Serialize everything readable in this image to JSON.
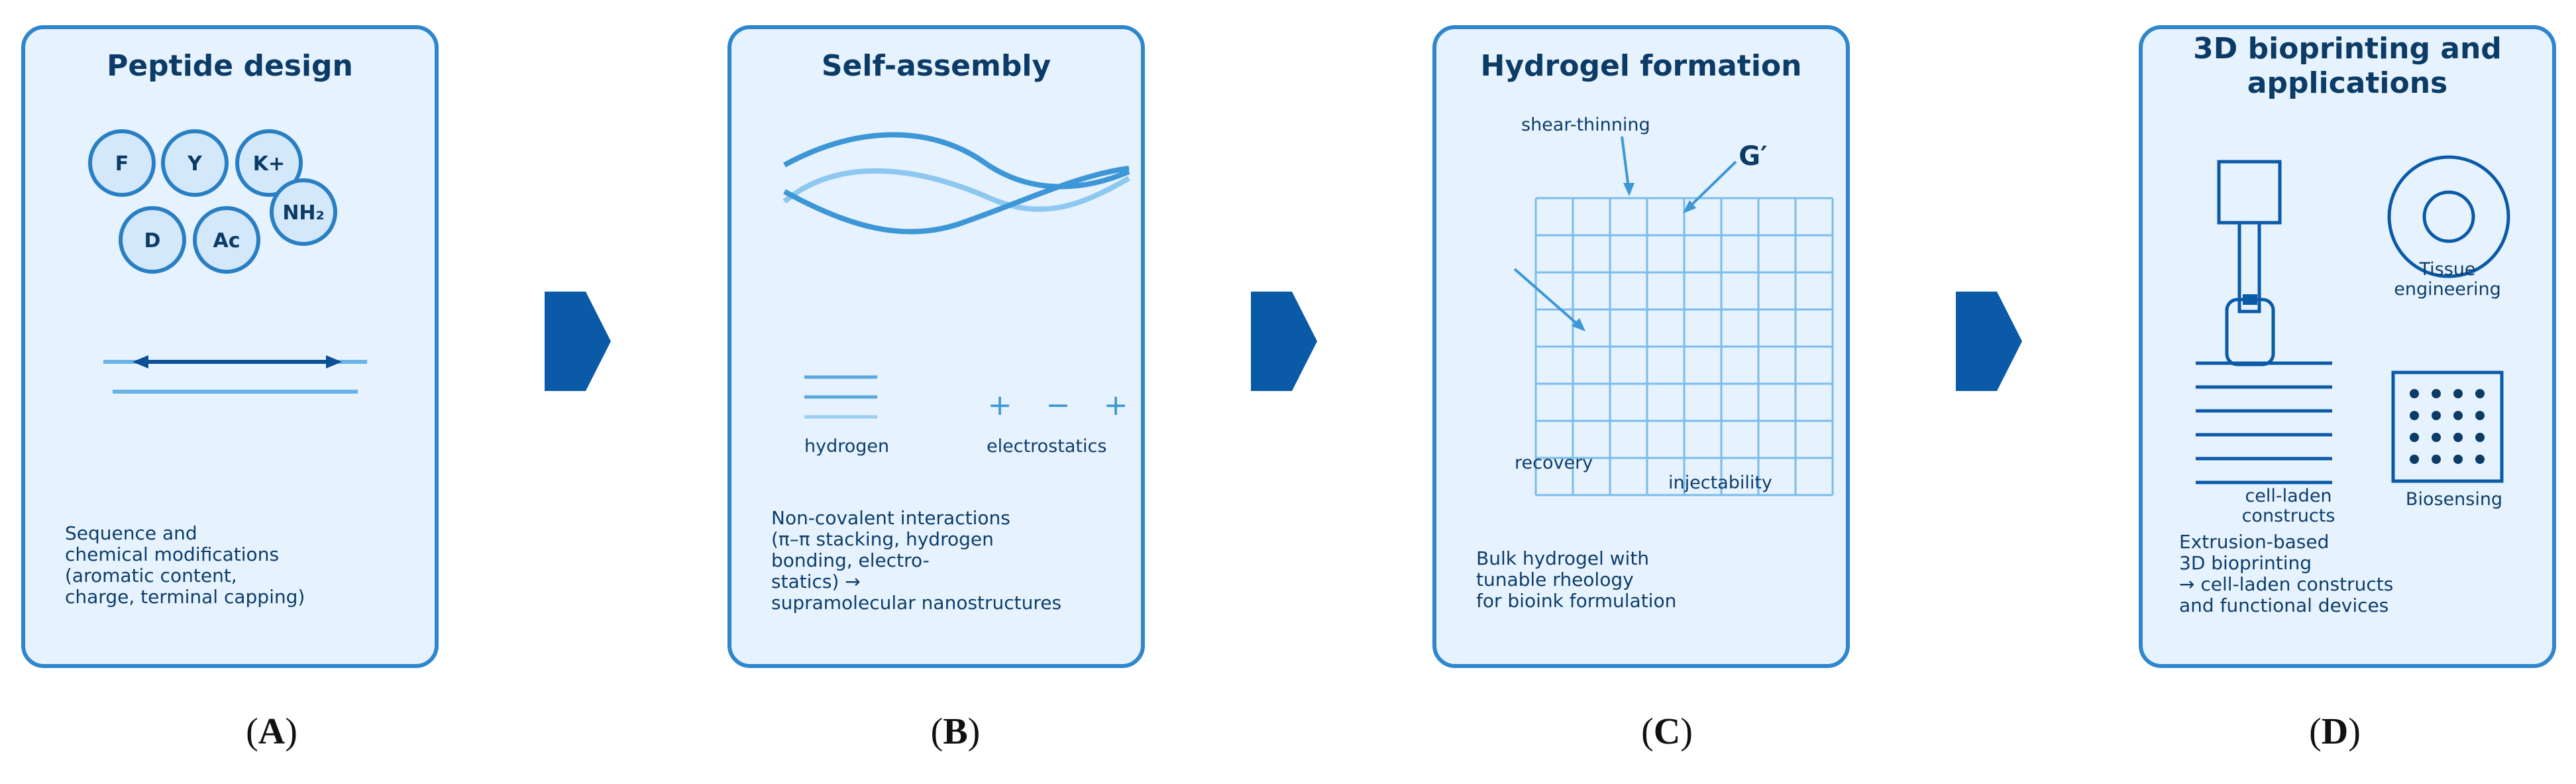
{
  "colors": {
    "panel_fill": "#e6f2fd",
    "panel_border": "#2f86cc",
    "accent_dark": "#0b5aa8",
    "line_light": "#8ec7ef",
    "text_dark": "#0b3b66"
  },
  "panels": [
    {
      "id": "A",
      "title": "Peptide design",
      "residues": [
        "F",
        "Y",
        "K+",
        "NH₂",
        "D",
        "Ac"
      ],
      "caption": "Sequence and\nchemical modifications\n(aromatic content,\ncharge, terminal capping)",
      "letter": "A"
    },
    {
      "id": "B",
      "title": "Self-assembly",
      "labels": {
        "hydrogen": "hydrogen",
        "electrostatics": "electrostatics",
        "charges": [
          "+",
          "−",
          "+"
        ]
      },
      "caption": "Non-covalent interactions\n(π–π stacking, hydrogen\nbonding, electro-\nstatics) →\nsupramolecular nanostructures",
      "letter": "B"
    },
    {
      "id": "C",
      "title": "Hydrogel formation",
      "labels": {
        "shear_thinning": "shear-thinning",
        "g_prime": "G′",
        "recovery": "recovery",
        "injectability": "injectability"
      },
      "caption": "Bulk hydrogel with\ntunable rheology\nfor bioink formulation",
      "letter": "C"
    },
    {
      "id": "D",
      "title": "3D bioprinting and\napplications",
      "labels": {
        "tissue": "Tissue\nengineering",
        "cell_laden": "cell-laden\nconstructs",
        "biosensing": "Biosensing"
      },
      "caption": "Extrusion-based\n3D bioprinting\n→ cell-laden constructs\nand functional devices",
      "letter": "D"
    }
  ]
}
